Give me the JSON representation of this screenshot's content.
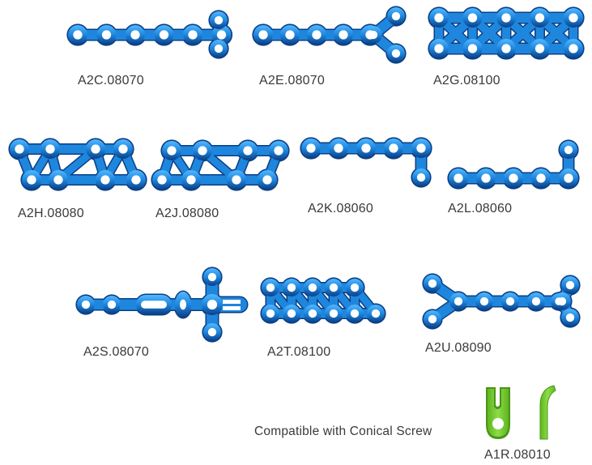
{
  "colors": {
    "plate": "#1f86dd",
    "plate_edge": "#0a3f86",
    "plate_highlight": "#52b8ff",
    "hole": "#ffffff",
    "green_plate": "#7fd13a",
    "text": "#3a3a3a"
  },
  "plates": [
    {
      "code": "A2C.08070",
      "icon": "straight-plate-7-hole-y-end-icon"
    },
    {
      "code": "A2E.08070",
      "icon": "straight-plate-7-hole-y-end-icon"
    },
    {
      "code": "A2G.08100",
      "icon": "double-row-mesh-plate-10-hole-icon"
    },
    {
      "code": "A2H.08080",
      "icon": "double-row-offset-plate-8-hole-icon"
    },
    {
      "code": "A2J.08080",
      "icon": "double-row-skewed-plate-8-hole-icon"
    },
    {
      "code": "A2K.08060",
      "icon": "l-plate-6-hole-down-icon"
    },
    {
      "code": "A2L.08060",
      "icon": "l-plate-6-hole-up-icon"
    },
    {
      "code": "A2S.08070",
      "icon": "slotted-t-plate-7-hole-icon"
    },
    {
      "code": "A2T.08100",
      "icon": "double-row-plate-10-hole-icon"
    },
    {
      "code": "A2U.08090",
      "icon": "double-y-plate-9-hole-icon"
    },
    {
      "code": "A1R.08010",
      "icon": "conical-screw-cover-plate-icon"
    }
  ],
  "compat_note": "Compatible with Conical Screw"
}
